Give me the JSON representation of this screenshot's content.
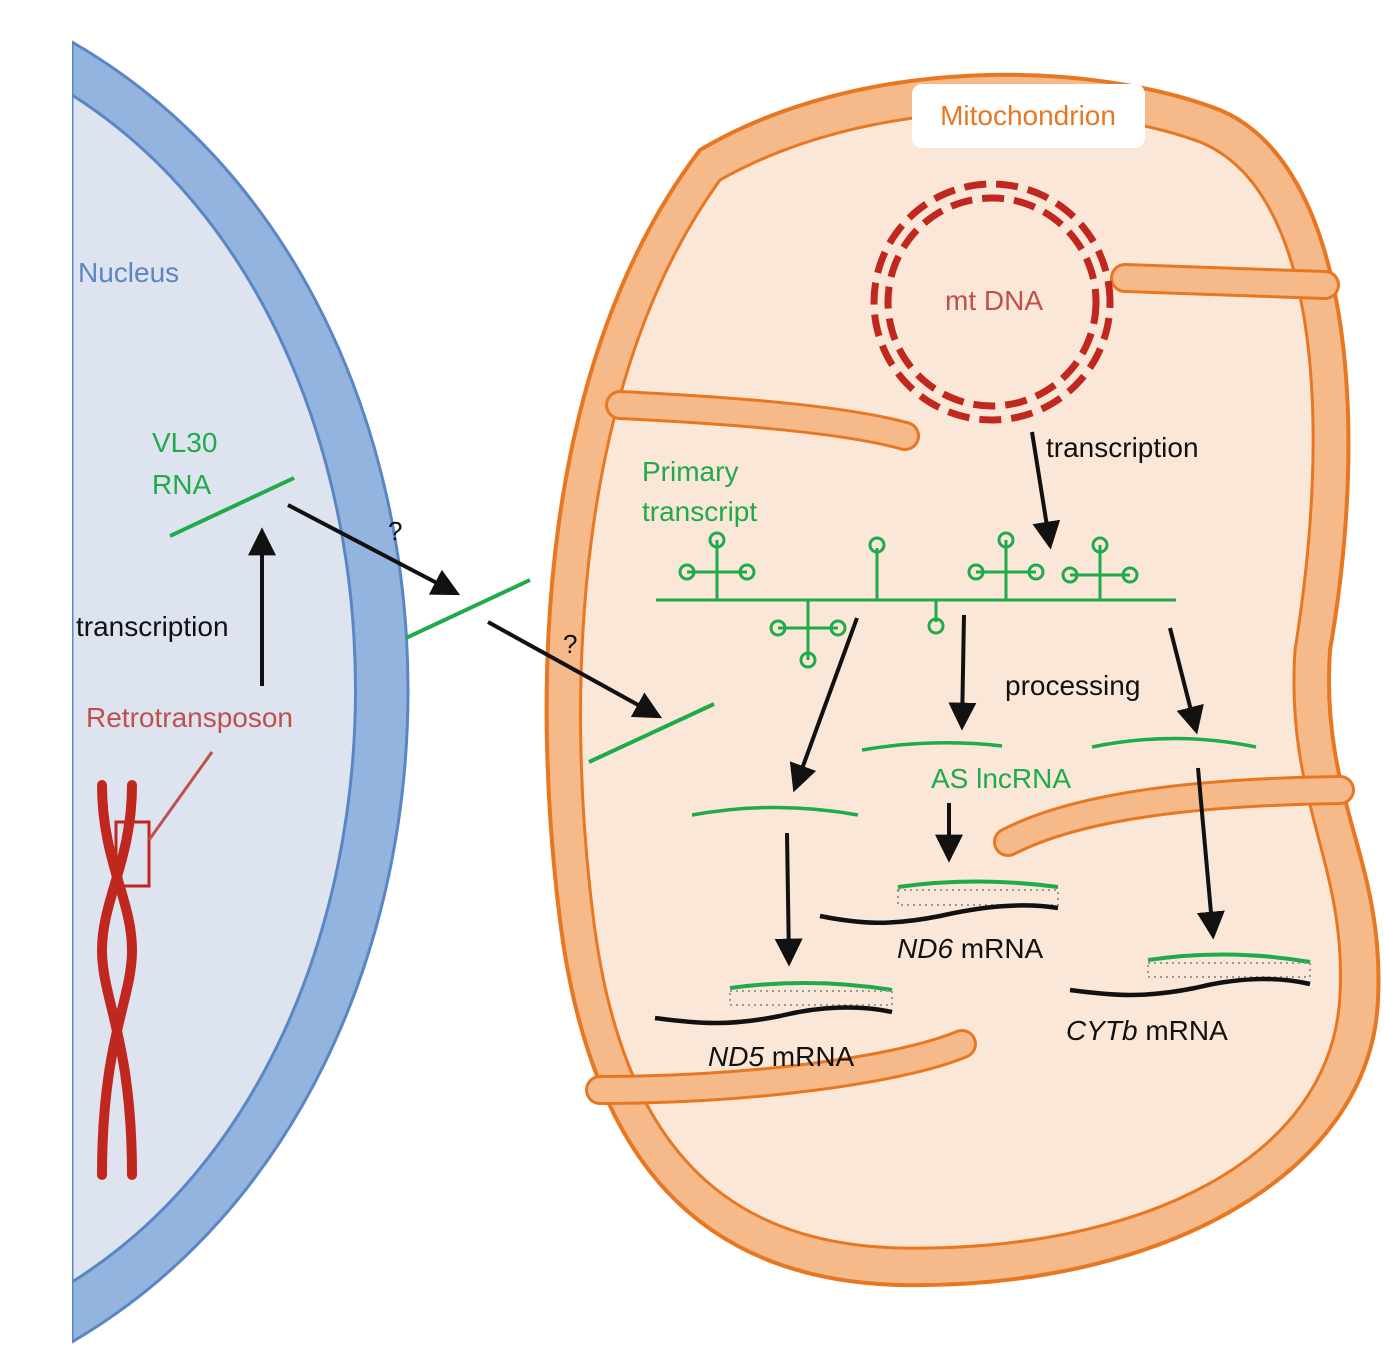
{
  "nucleus": {
    "label": "Nucleus",
    "vl30_line1": "VL30",
    "vl30_line2": "RNA",
    "transcription": "transcription",
    "retrotransposon": "Retrotransposon",
    "question1": "?",
    "question2": "?"
  },
  "mitochondrion": {
    "label": "Mitochondrion",
    "mtdna": "mt DNA",
    "transcription": "transcription",
    "primary_line1": "Primary",
    "primary_line2": "transcript",
    "processing": "processing",
    "as_lncrna": "AS lncRNA",
    "nd5_gene": "ND5",
    "nd6_gene": "ND6",
    "cytb_gene": "CYTb",
    "mrna_suffix": " mRNA"
  },
  "colors": {
    "nucleus_fill": "#dde4ef",
    "nucleus_envelope": "#92b4de",
    "nucleus_edge": "#5b86c4",
    "nucleus_text": "#5b86c4",
    "mito_outer": "#f5b98a",
    "mito_edge": "#e87722",
    "mito_inner": "#fbe7d7",
    "mito_text": "#e87722",
    "rna_green": "#1faa4b",
    "dna_red": "#c0281f",
    "retro_text": "#c0504d",
    "arrow": "#111111"
  }
}
